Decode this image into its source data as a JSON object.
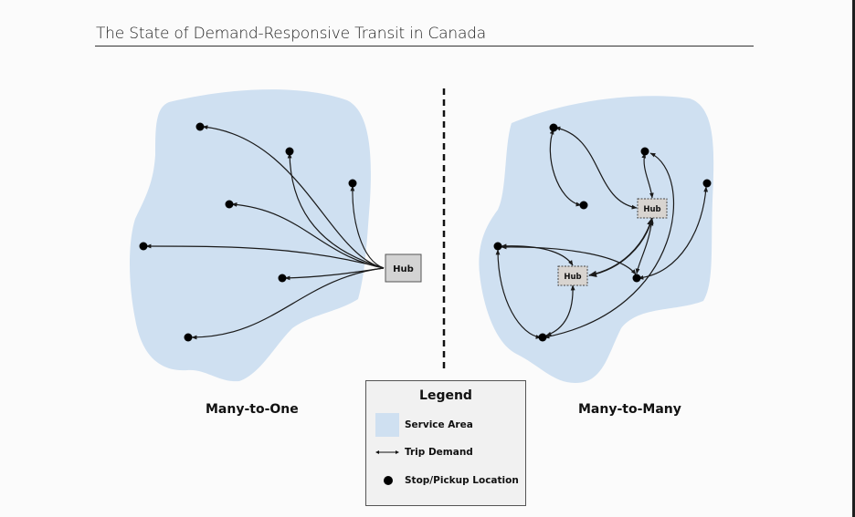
{
  "header": {
    "title": "The State of Demand-Responsive Transit in Canada"
  },
  "panels": [
    {
      "id": "many-to-one",
      "label": "Many-to-One",
      "hubs": [
        {
          "label": "Hub",
          "style": "solid"
        }
      ],
      "stop_count": 7
    },
    {
      "id": "many-to-many",
      "label": "Many-to-Many",
      "hubs": [
        {
          "label": "Hub",
          "style": "dashed"
        },
        {
          "label": "Hub",
          "style": "dashed"
        }
      ],
      "stop_count": 7
    }
  ],
  "legend": {
    "title": "Legend",
    "items": [
      {
        "icon": "service-area-swatch",
        "label": "Service Area"
      },
      {
        "icon": "double-arrow-icon",
        "label": "Trip Demand"
      },
      {
        "icon": "stop-dot-icon",
        "label": "Stop/Pickup Location"
      }
    ]
  },
  "colors": {
    "service_area": "#cfe0f1",
    "hub_fill": "#d3d3d3",
    "stop": "#000000",
    "line": "#1a1a1a"
  }
}
